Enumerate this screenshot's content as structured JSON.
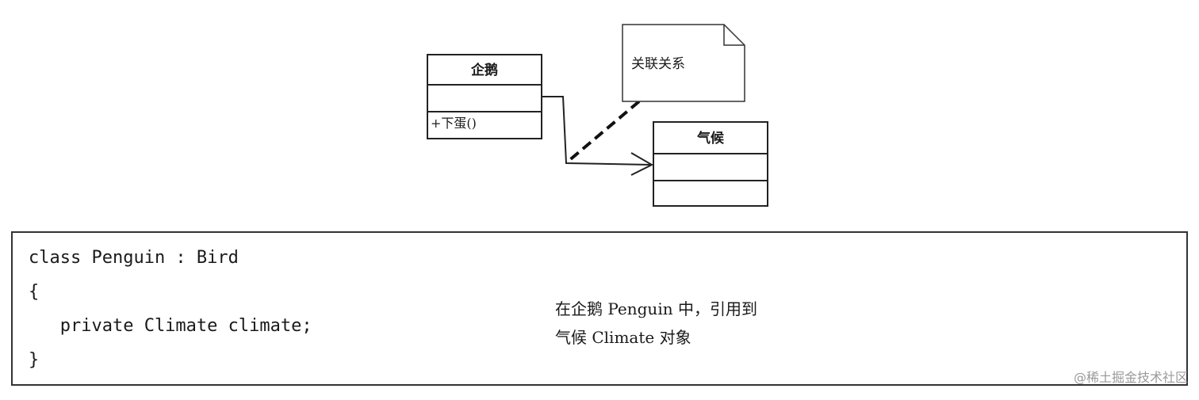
{
  "diagram": {
    "classes": [
      {
        "id": "penguin",
        "name": "企鹅",
        "operations": [
          "+下蛋()"
        ]
      },
      {
        "id": "climate",
        "name": "气候",
        "operations": []
      }
    ],
    "note": "关联关系"
  },
  "code": {
    "lines": [
      "class Penguin : Bird",
      "{",
      "   private Climate climate;",
      "}"
    ],
    "callout": [
      "在企鹅 Penguin 中，引用到",
      "气候 Climate 对象"
    ]
  },
  "watermark": "@稀土掘金技术社区"
}
